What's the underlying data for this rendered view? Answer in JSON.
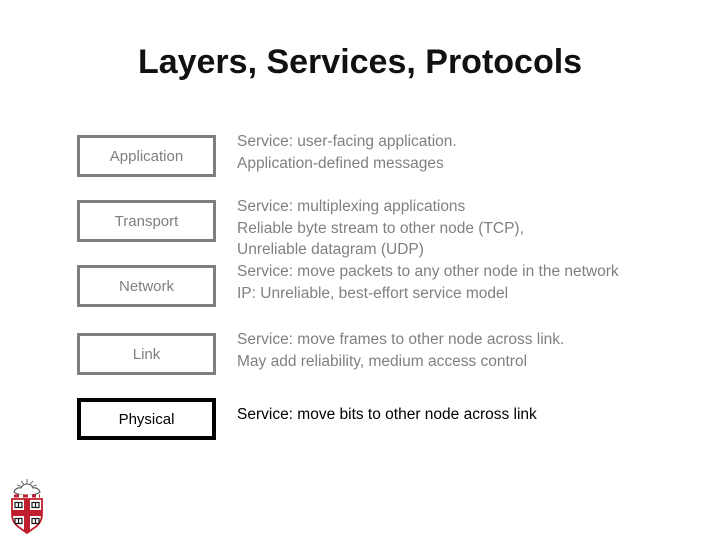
{
  "slide": {
    "title": "Layers, Services, Protocols",
    "background": "#ffffff",
    "colors": {
      "muted_gray": "#7f7f7f",
      "emphasis_black": "#000000",
      "crest_red": "#be1e2d"
    }
  },
  "layers": [
    {
      "label": "Application",
      "emphasis": false,
      "lines": [
        "Service: user-facing application.",
        "Application-defined messages"
      ]
    },
    {
      "label": "Transport",
      "emphasis": false,
      "lines": [
        "Service: multiplexing applications",
        "Reliable byte stream to other node (TCP),",
        "Unreliable datagram (UDP)"
      ]
    },
    {
      "label": "Network",
      "emphasis": false,
      "lines": [
        "Service: move packets to any other node in the network",
        "IP: Unreliable, best-effort service model"
      ]
    },
    {
      "label": "Link",
      "emphasis": false,
      "lines": [
        "Service: move frames to other node across link.",
        "May add reliability, medium access control"
      ]
    },
    {
      "label": "Physical",
      "emphasis": true,
      "lines": [
        "Service: move bits to other node across link"
      ]
    }
  ],
  "footer": {
    "logo": "brown-university-crest"
  }
}
